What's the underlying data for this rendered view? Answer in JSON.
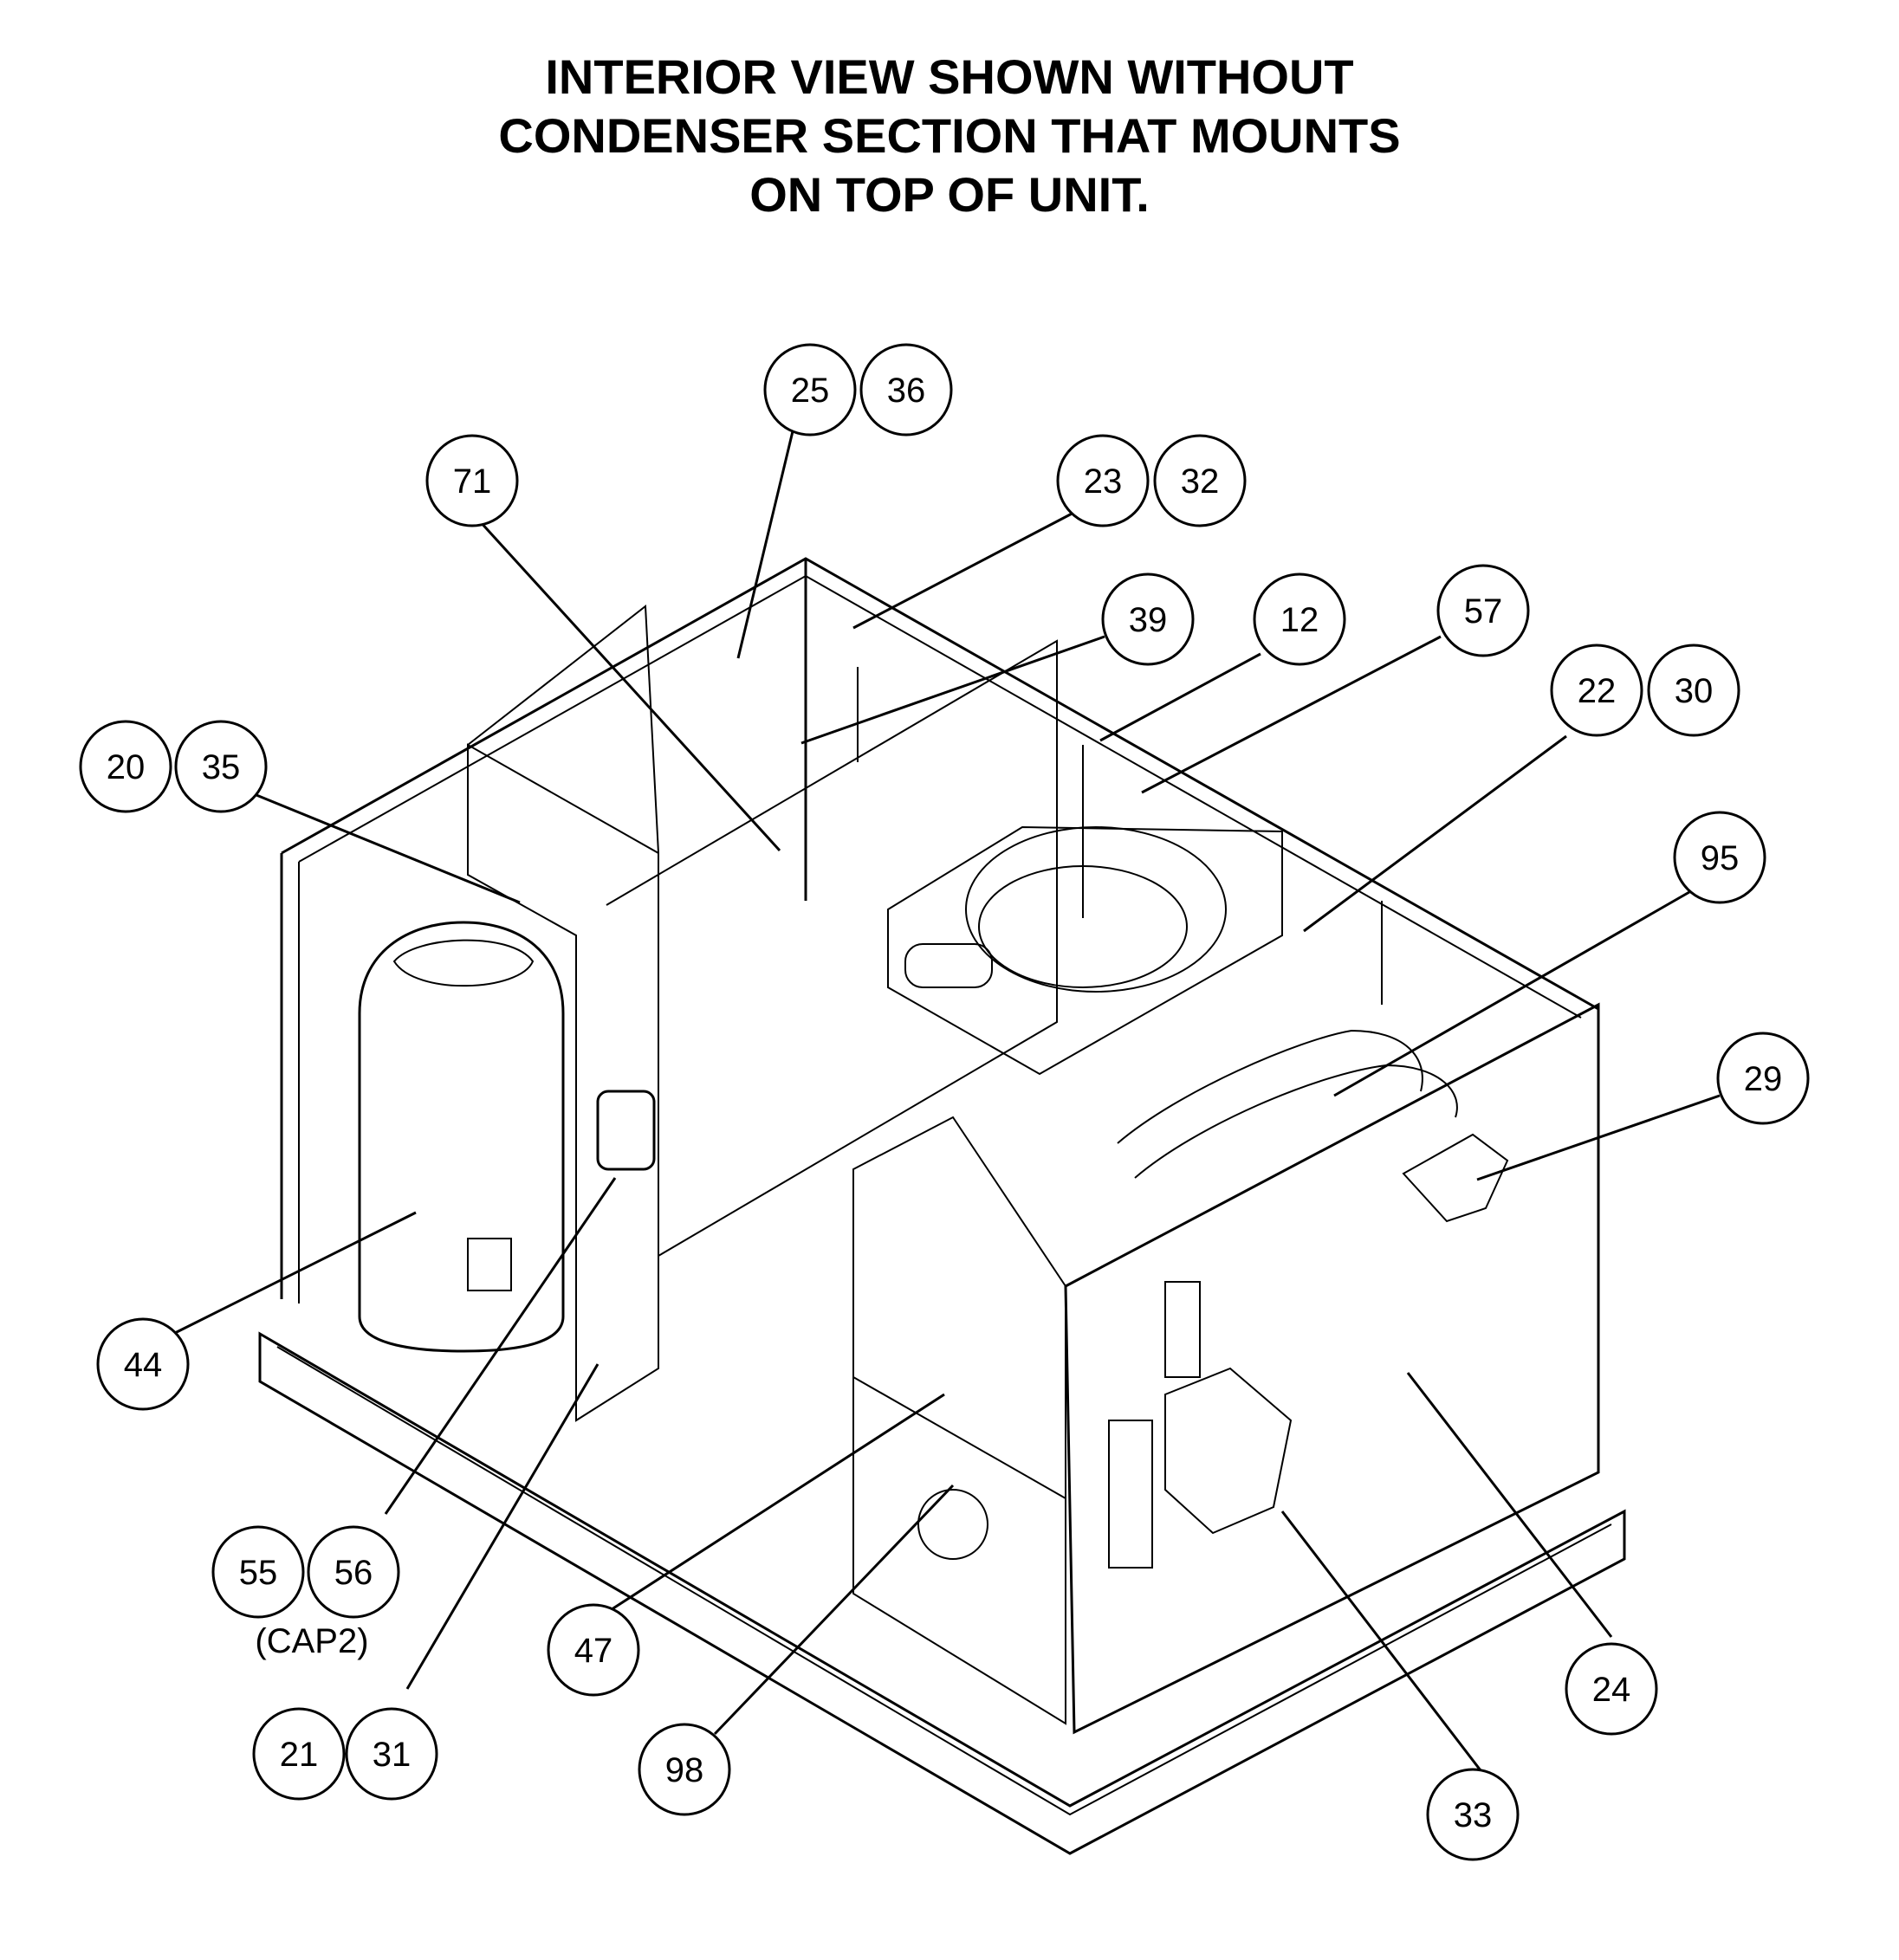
{
  "title_lines": [
    "INTERIOR VIEW SHOWN  WITHOUT",
    "CONDENSER SECTION THAT MOUNTS",
    "ON TOP OF UNIT."
  ],
  "callouts": [
    "25",
    "36",
    "71",
    "23",
    "32",
    "39",
    "12",
    "57",
    "22",
    "30",
    "20",
    "35",
    "95",
    "29",
    "44",
    "55",
    "56",
    "47",
    "98",
    "24",
    "33",
    "21",
    "31"
  ],
  "note": "(CAP2)"
}
